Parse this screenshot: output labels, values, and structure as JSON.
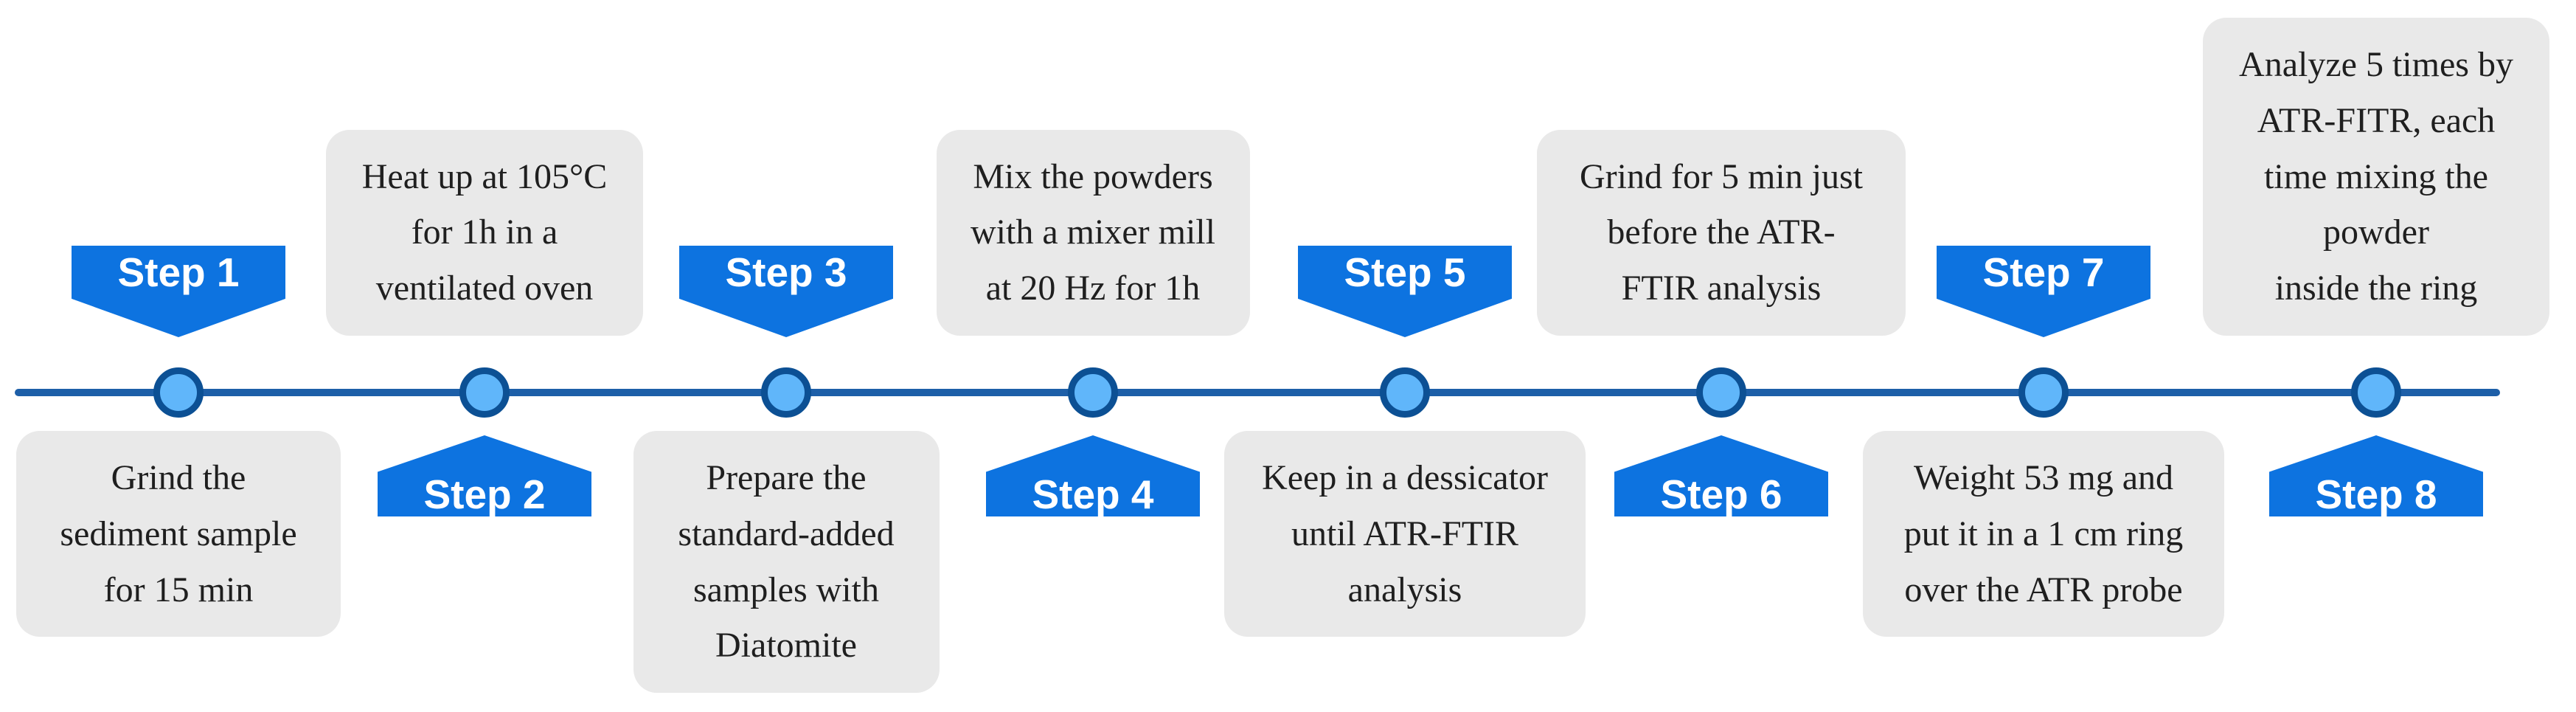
{
  "diagram": {
    "type": "process-timeline",
    "steps": [
      {
        "label": "Step 1",
        "description": "Grind the\nsediment sample\nfor 15 min"
      },
      {
        "label": "Step 2",
        "description": "Heat up at 105°C\nfor 1h in a\nventilated oven"
      },
      {
        "label": "Step 3",
        "description": "Prepare the\nstandard-added\nsamples with\nDiatomite"
      },
      {
        "label": "Step 4",
        "description": "Mix the powders\nwith a mixer mill\nat 20 Hz for 1h"
      },
      {
        "label": "Step 5",
        "description": "Keep in a dessicator\nuntil ATR-FTIR\nanalysis"
      },
      {
        "label": "Step 6",
        "description": "Grind for 5 min just\nbefore the ATR-\nFTIR analysis"
      },
      {
        "label": "Step 7",
        "description": "Weight 53 mg and\nput it in a 1 cm ring\nover the ATR probe"
      },
      {
        "label": "Step 8",
        "description": "Analyze 5 times by\nATR-FITR, each\ntime mixing the\npowder\ninside the ring"
      }
    ],
    "colors": {
      "arrow_blue": "#0d73e0",
      "timeline_blue": "#1d5fa8",
      "node_fill": "#60b6fa",
      "node_ring": "#0c5094",
      "box_background": "#e9e9e9",
      "box_text": "#1f1f1f",
      "label_text": "#ffffff"
    }
  }
}
